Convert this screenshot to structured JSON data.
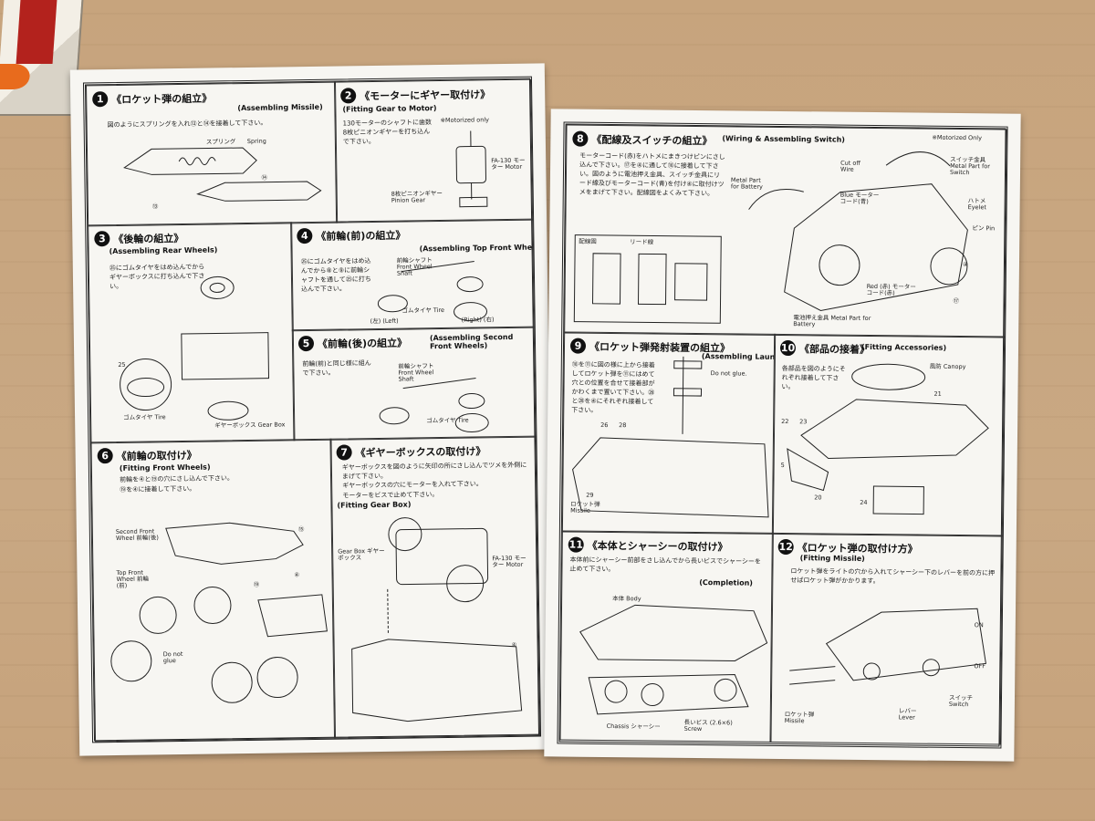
{
  "left_page": {
    "s1": {
      "num": "1",
      "jp": "《ロケット弾の組立》",
      "en": "(Assembling Missile)",
      "desc": "図のようにスプリングを入れ⑬と⑭を接着して下さい。",
      "parts": {
        "spring_jp": "スプリング",
        "spring_en": "Spring",
        "p14": "⑭",
        "p13": "⑬"
      }
    },
    "s2": {
      "num": "2",
      "jp": "《モーターにギヤー取付け》",
      "en": "(Fitting Gear to Motor)",
      "desc": "130モーターのシャフトに歯数8枚ピニオンギヤーを打ち込んで下さい。",
      "note": "※Motorized only",
      "parts": {
        "motor": "FA-130 モーター Motor",
        "pinion": "8枚ピニオンギヤー Pinion Gear"
      }
    },
    "s3": {
      "num": "3",
      "jp": "《後輪の組立》",
      "en": "(Assembling Rear Wheels)",
      "desc": "㉕にゴムタイヤをはめ込んでからギヤーボックスに打ち込んで下さい。",
      "parts": {
        "p25": "25",
        "tire": "ゴムタイヤ Tire",
        "gearbox": "ギヤーボックス Gear Box"
      }
    },
    "s4": {
      "num": "4",
      "jp": "《前輪(前)の組立》",
      "en": "(Assembling Top Front Wheels)",
      "desc": "㉕にゴムタイヤをはめ込んでから⑧と⑨に前輪シャフトを通して㉕に打ち込んで下さい。",
      "parts": {
        "shaft": "前輪シャフト Front Wheel Shaft",
        "tire": "ゴムタイヤ Tire",
        "left": "(左) (Left)",
        "right": "(Right) (右)"
      }
    },
    "s5": {
      "num": "5",
      "jp": "《前輪(後)の組立》",
      "en": "(Assembling Second Front Wheels)",
      "desc": "前輪(前)と同じ様に組んで下さい。",
      "parts": {
        "shaft": "前輪シャフト Front Wheel Shaft",
        "tire": "ゴムタイヤ Tire"
      }
    },
    "s6": {
      "num": "6",
      "jp": "《前輪の取付け》",
      "en": "(Fitting Front Wheels)",
      "desc1": "前輪を④と⑲の穴にさし込んで下さい。",
      "desc2": "⑲を④に接着して下さい。",
      "parts": {
        "second": "Second Front Wheel 前輪(後)",
        "top": "Top Front Wheel 前輪(前)",
        "noglue": "Do not glue",
        "p15": "⑮",
        "p19": "⑲",
        "p4": "④"
      }
    },
    "s7": {
      "num": "7",
      "jp": "《ギヤーボックスの取付け》",
      "en": "(Fitting Gear Box)",
      "desc1": "ギヤーボックスを図のように矢印の所にさし込んでツメを外側にまげて下さい。",
      "desc2": "ギヤーボックスの穴にモーターを入れて下さい。",
      "desc3": "モーターをビスで止めて下さい。",
      "parts": {
        "gearbox": "Gear Box ギヤーボックス",
        "motor": "FA-130 モーター Motor",
        "p4": "④"
      }
    }
  },
  "right_page": {
    "s8": {
      "num": "8",
      "jp": "《配線及スイッチの組立》",
      "en": "(Wiring & Assembling Switch)",
      "note": "※Motorized Only",
      "desc": "モーターコード(赤)をハトメにまきつけピンにさし込んで下さい。⑰を④に通して⑱に接着して下さい。図のように電池押え金具、スイッチ金具にリード線及びモーターコード(青)を付け④に取付けツメをまげて下さい。配線図をよくみて下さい。",
      "parts": {
        "metal": "Metal Part for Battery",
        "cutoff": "Cut off Wire",
        "blue": "Blue モーターコード(青)",
        "switch": "スイッチ金具 Metal Part for Switch",
        "eyelet": "ハトメ Eyelet",
        "pin": "ピン Pin",
        "red": "Red (赤) モーターコード(赤)",
        "battery": "電池押え金具 Metal Part for Battery",
        "wiring": "配線図",
        "lead": "リード線",
        "p4": "④",
        "p17": "⑰"
      }
    },
    "s9": {
      "num": "9",
      "jp": "《ロケット弾発射装置の組立》",
      "en": "(Assembling Launcher)",
      "desc": "⑱を⑪に図の様に上から接着してロケット弾を⑪にはめて穴との位置を合せて接着部がかわくまで置いて下さい。㉖と㉘を④にそれぞれ接着して下さい。",
      "parts": {
        "noglue": "Do not glue.",
        "missile": "ロケット弾 Missile",
        "p26": "26",
        "p28": "28",
        "p29": "29"
      }
    },
    "s10": {
      "num": "10",
      "jp": "《部品の接着》",
      "en": "(Fitting Accessories)",
      "desc": "各部品を図のようにそれぞれ接着して下さい。",
      "parts": {
        "canopy": "風防 Canopy",
        "p20": "20",
        "p22": "22",
        "p23": "23",
        "p24": "24",
        "p5": "5",
        "p21": "21"
      }
    },
    "s11": {
      "num": "11",
      "jp": "《本体とシャーシーの取付け》",
      "en": "(Completion)",
      "desc": "本体前にシャーシー前部をさし込んでから長いビスでシャーシーを止めて下さい。",
      "parts": {
        "body": "本体 Body",
        "chassis": "Chassis シャーシー",
        "screw": "長いビス (2.6×6) Screw"
      }
    },
    "s12": {
      "num": "12",
      "jp": "《ロケット弾の取付け方》",
      "en": "(Fitting Missile)",
      "desc": "ロケット弾をライトの穴から入れてシャーシー下のレバーを前の方に押せばロケット弾がかかります。",
      "parts": {
        "missile": "ロケット弾 Missile",
        "lever": "レバー Lever",
        "switch": "スイッチ Switch",
        "on": "ON",
        "off": "OFF"
      }
    }
  }
}
